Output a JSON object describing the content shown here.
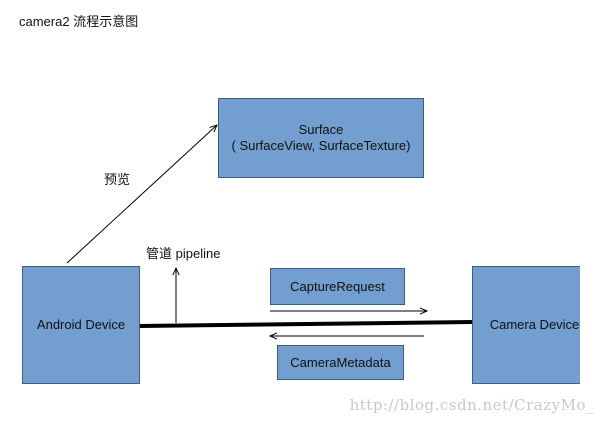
{
  "title": "camera2 流程示意图",
  "nodes": {
    "surface": {
      "line1": "Surface",
      "line2": "( SurfaceView, SurfaceTexture)"
    },
    "android_device": "Android Device",
    "camera_device": "Camera Device",
    "capture_request": "CaptureRequest",
    "camera_metadata": "CameraMetadata"
  },
  "edges": {
    "preview_label": "预览",
    "pipeline_label": "管道 pipeline"
  },
  "watermark": "http://blog.csdn.net/CrazyMo_",
  "colors": {
    "box_fill": "#729fcf",
    "box_border": "#3c5f86",
    "line": "#000000",
    "watermark": "#c9c9c9"
  }
}
